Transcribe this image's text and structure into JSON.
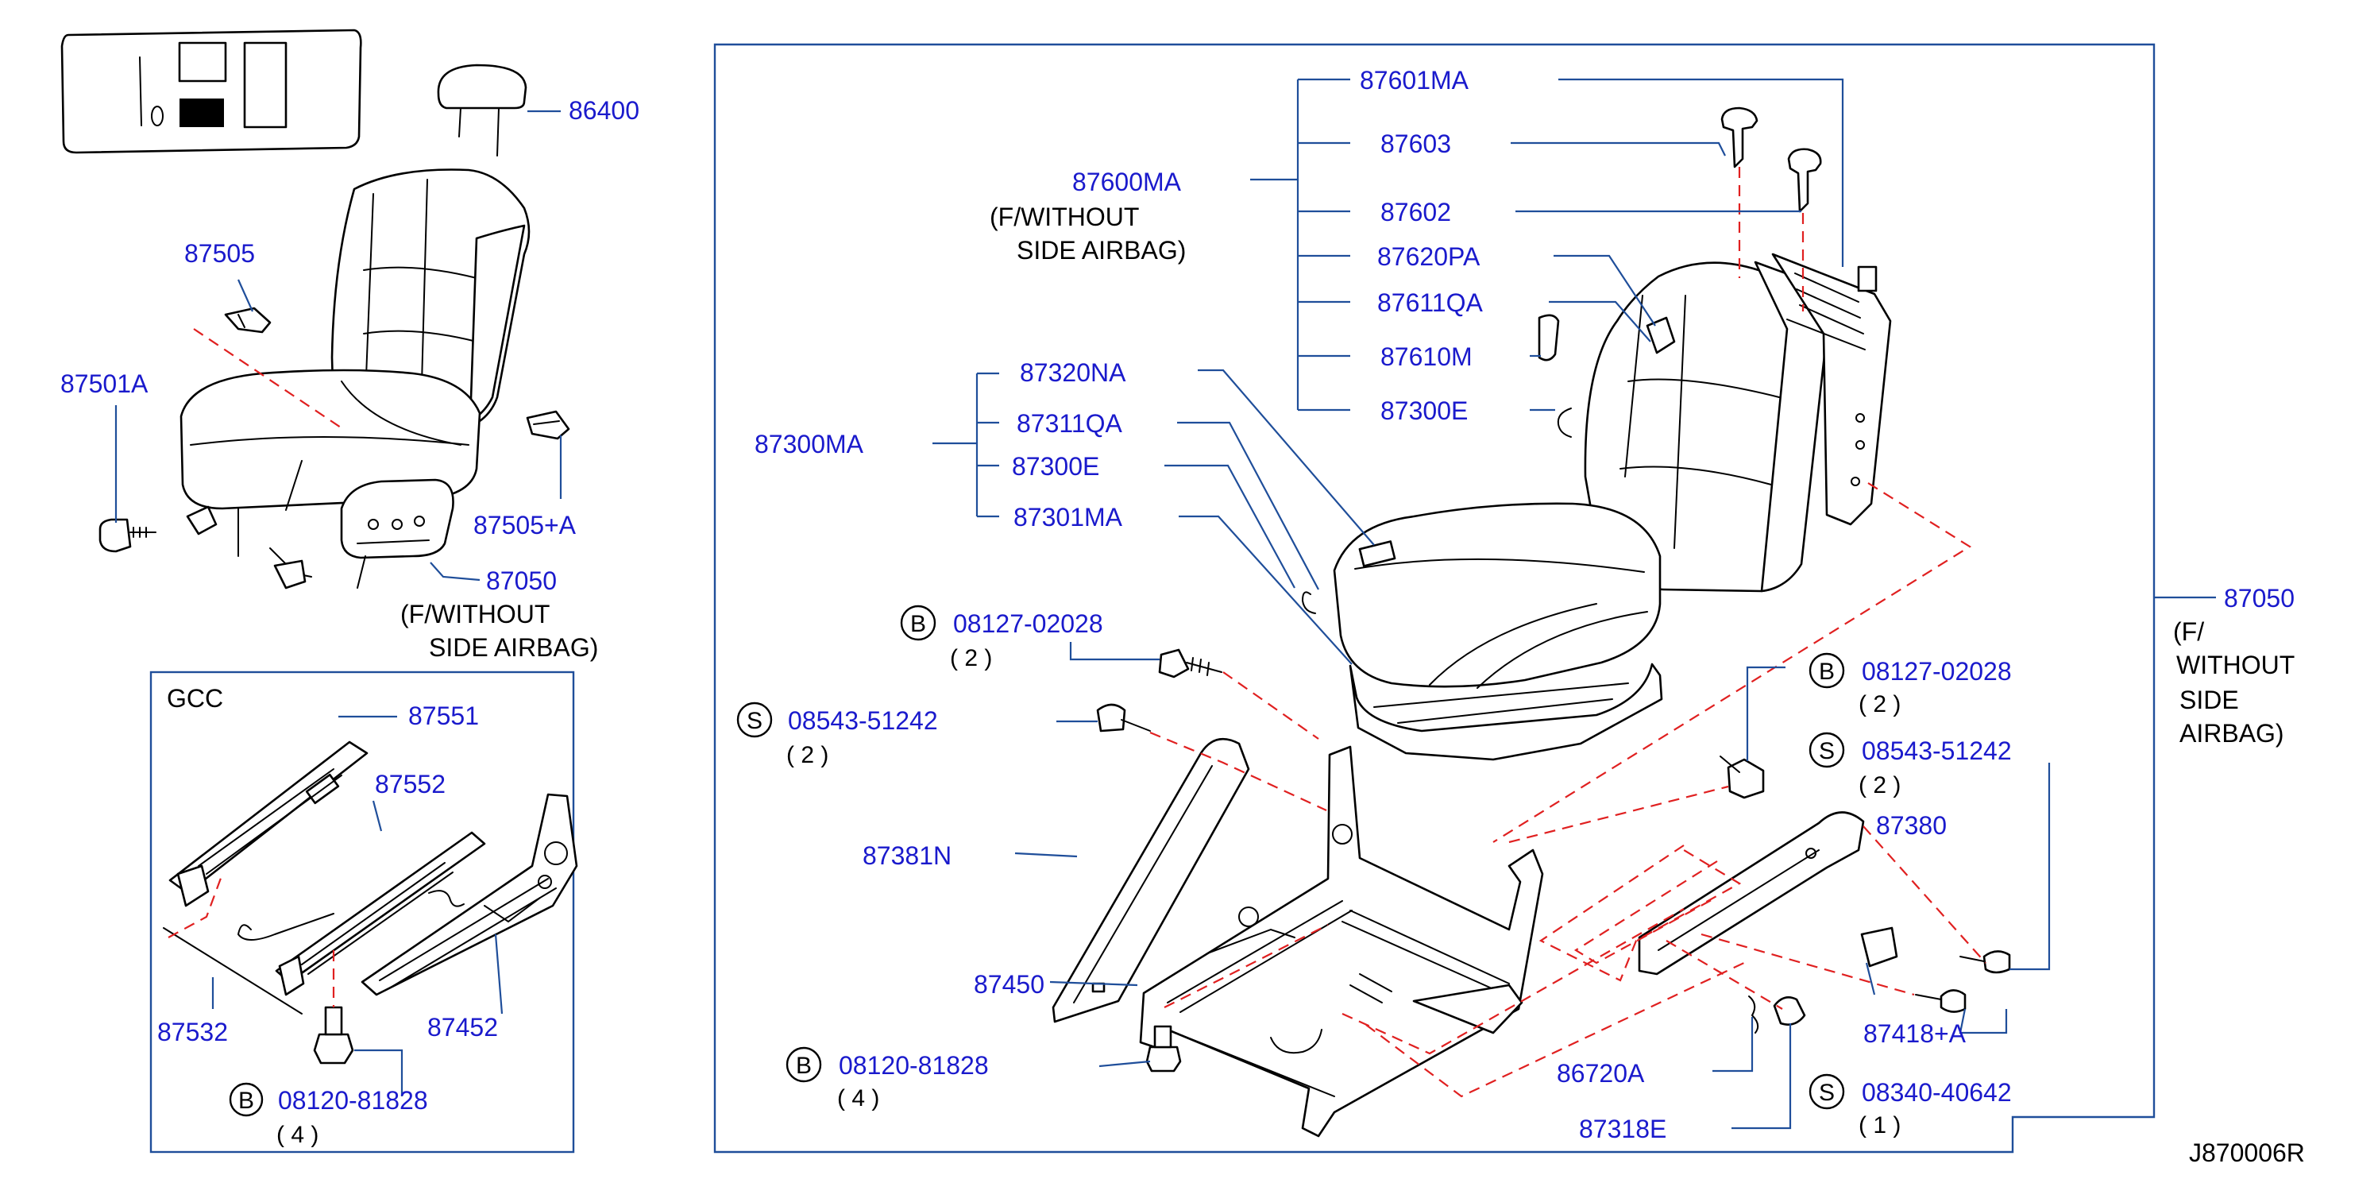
{
  "diagram_id": "J870006R",
  "labels": {
    "p86400": "86400",
    "p87505": "87505",
    "p87501A": "87501A",
    "p87505A": "87505+A",
    "p87050_left": "87050",
    "f_without_1": "(F/WITHOUT",
    "side_airbag_1": "SIDE   AIRBAG)",
    "gcc": "GCC",
    "p87551": "87551",
    "p87552": "87552",
    "p87532": "87532",
    "p87452": "87452",
    "b_08120_left": "08120-81828",
    "b_08120_left_qty": "( 4 )",
    "p87601MA": "87601MA",
    "p87603": "87603",
    "p87600MA": "87600MA",
    "f_without_2": "(F/WITHOUT",
    "side_airbag_2": "SIDE   AIRBAG)",
    "p87602": "87602",
    "p87620PA": "87620PA",
    "p87611QA": "87611QA",
    "p87610M": "87610M",
    "p87300E_top": "87300E",
    "p87320NA": "87320NA",
    "p87311QA": "87311QA",
    "p87300MA": "87300MA",
    "p87300E": "87300E",
    "p87301MA": "87301MA",
    "b_08127_a": "08127-02028",
    "b_08127_a_qty": "( 2 )",
    "s_08543_a": "08543-51242",
    "s_08543_a_qty": "( 2 )",
    "p87381N": "87381N",
    "p87450": "87450",
    "b_08120_main": "08120-81828",
    "b_08120_main_qty": "( 4 )",
    "b_08127_b": "08127-02028",
    "b_08127_b_qty": "( 2 )",
    "s_08543_b": "08543-51242",
    "s_08543_b_qty": "( 2 )",
    "p87380": "87380",
    "p87418A": "87418+A",
    "p86720A": "86720A",
    "s_08340": "08340-40642",
    "s_08340_qty": "( 1 )",
    "p87318E": "87318E",
    "p87050_right": "87050",
    "f_right_1": "(F/",
    "f_right_2": "WITHOUT",
    "f_right_3": "SIDE",
    "f_right_4": "AIRBAG)"
  },
  "symbols": {
    "bolt": "B",
    "screw": "S"
  },
  "colors": {
    "label": "#1a1acc",
    "leader": "#1f4e9a",
    "dashed": "#e02020",
    "part": "#000000"
  }
}
